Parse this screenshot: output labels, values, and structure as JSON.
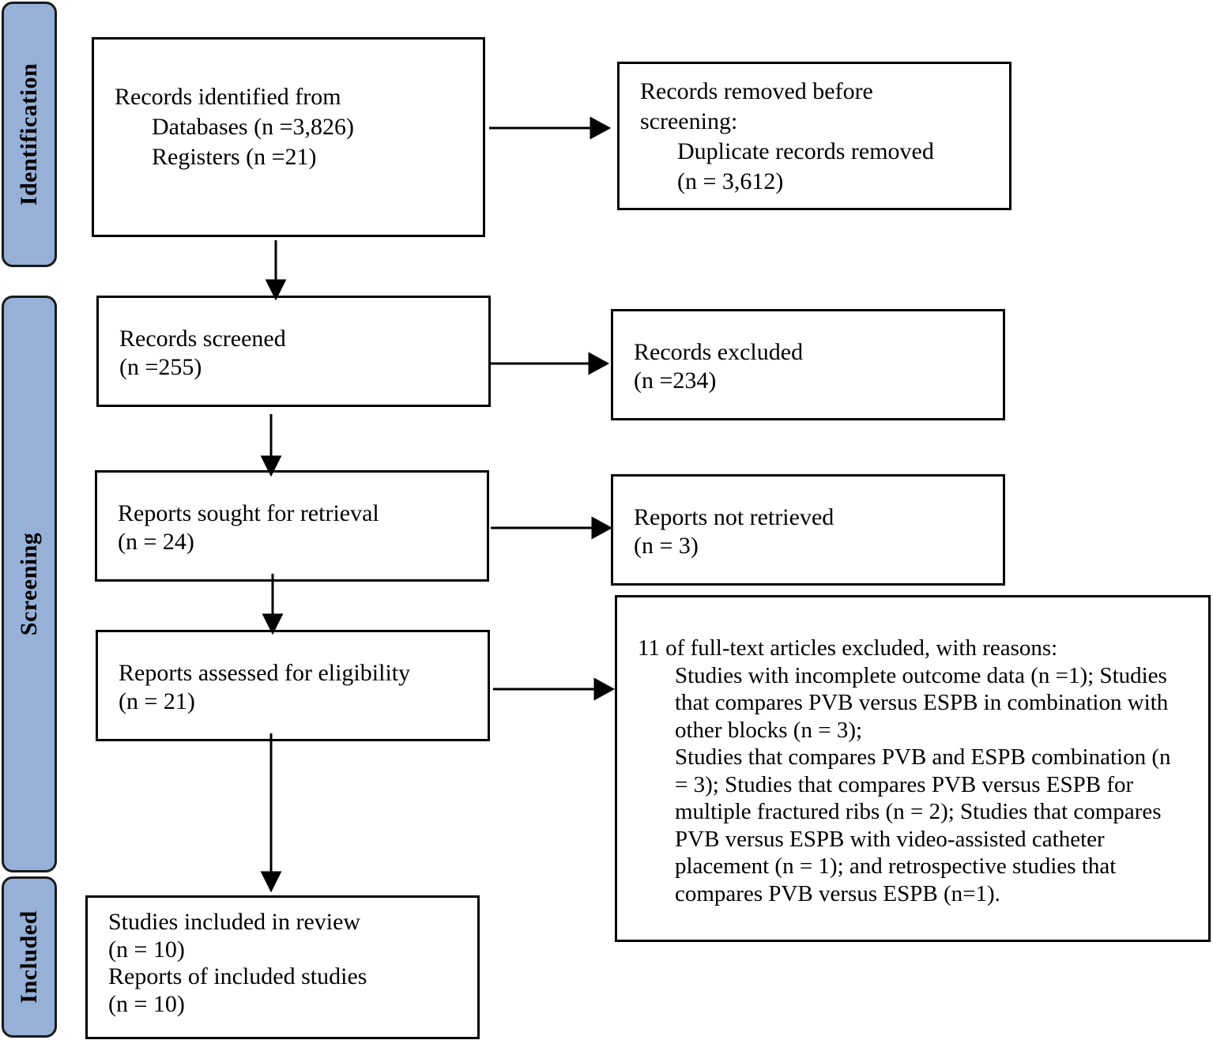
{
  "phases": {
    "identification": "Identification",
    "screening": "Screening",
    "included": "Included"
  },
  "identification": {
    "records_identified": {
      "title": "Records identified from",
      "databases": "Databases (n =3,826)",
      "registers": "Registers (n =21)"
    },
    "records_removed": {
      "line1": "Records removed before",
      "line2": "screening:",
      "line3": "Duplicate records removed",
      "line4": "(n = 3,612)"
    }
  },
  "screening": {
    "records_screened": {
      "title": "Records screened",
      "count": "(n =255)"
    },
    "records_excluded": {
      "title": "Records excluded",
      "count": "(n =234)"
    },
    "reports_sought": {
      "title": "Reports sought for retrieval",
      "count": "(n = 24)"
    },
    "reports_not_retrieved": {
      "title": "Reports not retrieved",
      "count": "(n = 3)"
    },
    "reports_assessed": {
      "title": "Reports assessed for eligibility",
      "count": "(n = 21)"
    },
    "full_text_excluded": {
      "heading": "11 of full-text articles excluded, with reasons:",
      "lines": [
        "Studies with incomplete outcome data (n =1); Studies",
        "that compares PVB versus ESPB in combination with",
        "other blocks (n = 3);",
        "Studies that compares PVB and ESPB combination (n",
        "= 3); Studies that compares PVB versus ESPB for",
        "multiple fractured ribs (n = 2); Studies that compares",
        "PVB versus ESPB with video-assisted catheter",
        "placement (n = 1); and retrospective studies that",
        "compares PVB versus ESPB (n=1)."
      ]
    }
  },
  "included": {
    "studies_included": {
      "title": "Studies included in review",
      "count": "(n = 10)",
      "reports_title": "Reports of included studies",
      "reports_count": "(n = 10)"
    }
  }
}
